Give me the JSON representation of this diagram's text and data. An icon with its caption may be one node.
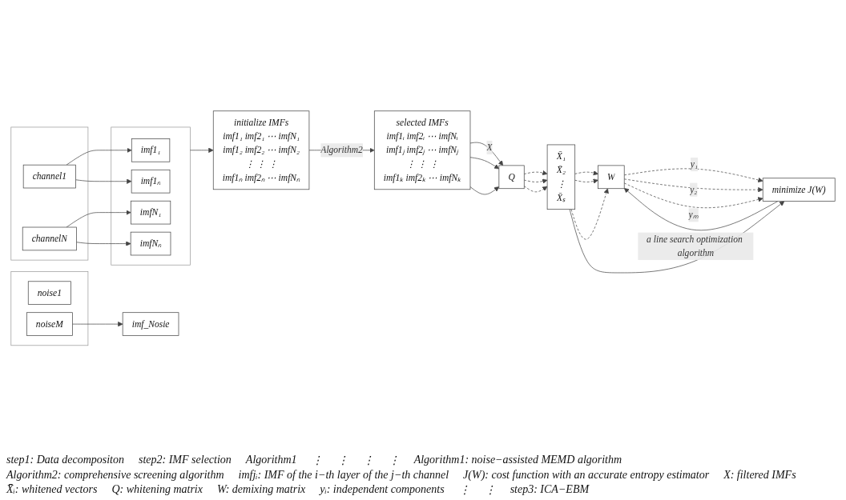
{
  "diagram": {
    "nodes": [
      {
        "text": [],
        "shape": "box"
      },
      {
        "text": [
          "channel1"
        ],
        "in": 0
      },
      {
        "text": [
          "channelN"
        ],
        "in": 0
      },
      {
        "text": [],
        "shape": "box"
      },
      {
        "text": [
          "noise1"
        ],
        "in": 3
      },
      {
        "text": [
          "noiseM"
        ],
        "in": 3
      },
      {
        "text": [],
        "shape": "box"
      },
      {
        "text": [
          "imf1₁"
        ],
        "in": 6
      },
      {
        "text": [
          "imf1ₙ"
        ],
        "in": 6
      },
      {
        "text": [
          "imfN₁"
        ],
        "in": 6
      },
      {
        "text": [
          "imfNₙ"
        ],
        "in": 6
      },
      {
        "text": [
          "imf_Nosie"
        ]
      },
      {
        "text": [
          "initialize IMFs",
          "imf1₁ imf2₁ ⋯ imfN₁",
          "imf1₂ imf2₂ ⋯ imfN₂",
          "⋮ ⋮ ⋮",
          "imf1ₙ imf2ₙ ⋯ imfNₙ"
        ]
      },
      {
        "text": [
          "selected IMFs",
          "imf1ᵢ imf2ᵢ ⋯ imfNᵢ",
          "imf1ⱼ imf2ⱼ ⋯ imfNⱼ",
          "⋮ ⋮ ⋮",
          "imf1ₖ imf2ₖ ⋯ imfNₖ"
        ]
      },
      {
        "text": [
          "Q"
        ]
      },
      {
        "text": [
          "X̄₁",
          "X̄₂",
          "⋮",
          "X̄ₛ"
        ]
      },
      {
        "text": [
          "W"
        ]
      },
      {
        "text": [
          "minimize J(W)"
        ]
      }
    ],
    "edges": [
      {
        "from": 1,
        "to": 7,
        "arrow": "to"
      },
      {
        "from": 1,
        "to": 8,
        "arrow": "to"
      },
      {
        "from": 2,
        "to": 9,
        "arrow": "to"
      },
      {
        "from": 2,
        "to": 10,
        "arrow": "to"
      },
      {
        "from": 5,
        "to": 11,
        "arrow": "to"
      },
      {
        "from": 6,
        "to": 12,
        "arrow": "to"
      },
      {
        "from": 12,
        "to": 13,
        "arrow": "to",
        "label": "Algorithm2"
      },
      {
        "from": 13,
        "to": 14,
        "arrow": "to",
        "label": "X"
      },
      {
        "from": 13,
        "to": 14,
        "arrow": "to"
      },
      {
        "from": 13,
        "to": 14,
        "arrow": "to"
      },
      {
        "from": 14,
        "to": 15,
        "arrow": "to",
        "style": "dashed"
      },
      {
        "from": 14,
        "to": 15,
        "arrow": "to",
        "style": "dashed"
      },
      {
        "from": 14,
        "to": 15,
        "arrow": "to",
        "style": "dashed"
      },
      {
        "from": 15,
        "to": 16,
        "arrow": "to",
        "style": "dashed"
      },
      {
        "from": 15,
        "to": 16,
        "arrow": "to",
        "style": "dashed"
      },
      {
        "from": 15,
        "to": 16,
        "arrow": "to",
        "style": "dashed"
      },
      {
        "from": 16,
        "to": 17,
        "arrow": "to",
        "style": "dashed",
        "label": "y₁"
      },
      {
        "from": 16,
        "to": 17,
        "arrow": "to",
        "style": "dashed",
        "label": "y₂"
      },
      {
        "from": 16,
        "to": 17,
        "arrow": "to",
        "style": "dashed",
        "label": "yₘ"
      },
      {
        "from": 15,
        "to": 17,
        "arrow": "to"
      },
      {
        "from": 17,
        "to": 16,
        "arrow": "to",
        "label": "a line search optimization algorithm"
      }
    ],
    "labels": [
      "step1: Data decompositon",
      "step2: IMF selection",
      "Algorithm1",
      "⋮",
      "⋮",
      "⋮",
      "⋮",
      "Algorithm1: noise−assisted MEMD algorithm",
      "Algorithm2: comprehensive screening algorithm",
      "imfjᵢ: IMF of the i−th layer of the j−th channel",
      "J(W): cost function with an accurate entropy estimator",
      "X: filtered IMFs",
      "X̄ᵢ: whitened vectors",
      "Q: whitening matrix",
      "W: demixing matrix",
      "yᵢ: independent components",
      "⋮",
      "⋮",
      "step3: ICA−EBM"
    ]
  }
}
